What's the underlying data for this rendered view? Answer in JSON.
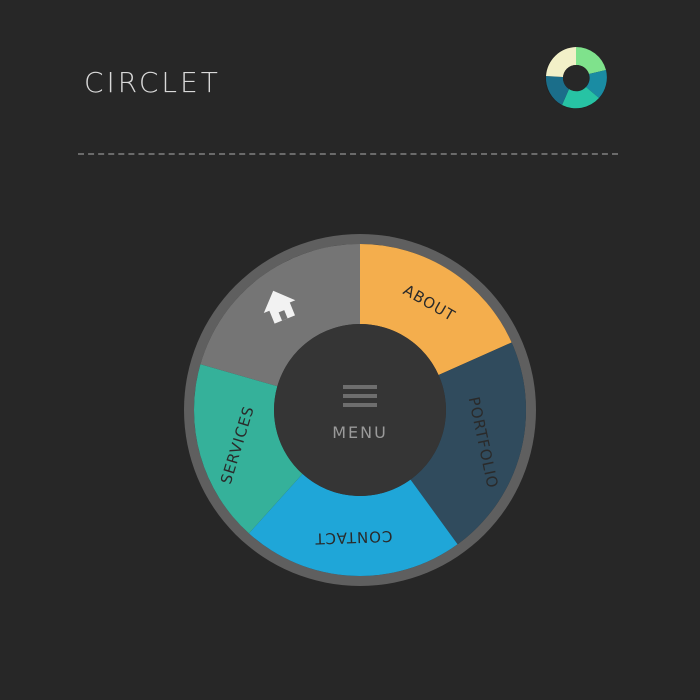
{
  "header": {
    "title": "CIRCLET",
    "logo_icon": "ring-logo-icon"
  },
  "menu": {
    "center_label": "MENU",
    "center_icon": "hamburger-icon",
    "items": [
      {
        "label": "",
        "icon": "home-icon",
        "color": "#757575"
      },
      {
        "label": "ABOUT",
        "color": "#f4ae4d"
      },
      {
        "label": "PORTFOLIO",
        "color": "#304b5d"
      },
      {
        "label": "CONTACT",
        "color": "#1fa6d8"
      },
      {
        "label": "SERVICES",
        "color": "#35b19a"
      }
    ]
  },
  "colors": {
    "background": "#272727",
    "ring": "#5f5f5f",
    "hub": "#353535",
    "logo_segments": [
      "#7fe28c",
      "#27c3a4",
      "#1a8ca3",
      "#1b6e8a",
      "#f2f0c8"
    ]
  }
}
